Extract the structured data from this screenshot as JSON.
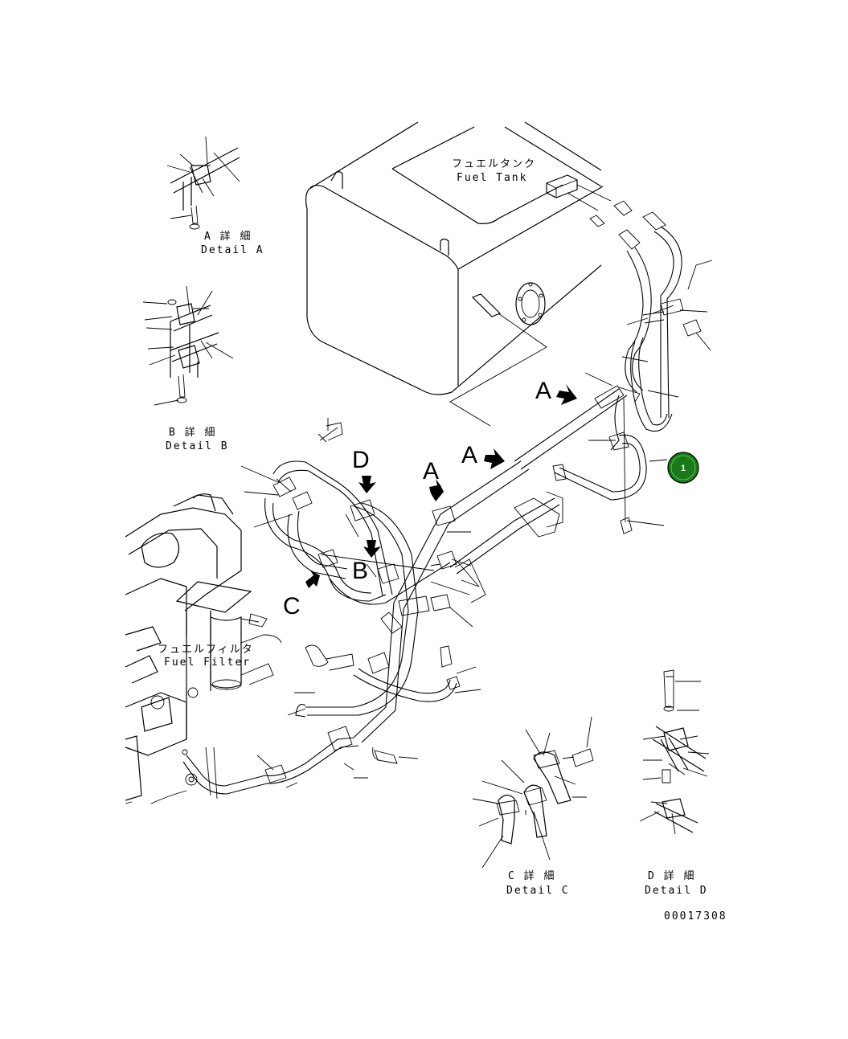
{
  "labels": {
    "fuel_tank_jp": "フュエルタンク",
    "fuel_tank_en": "Fuel Tank",
    "fuel_filter_jp": "フュエルフィルタ",
    "fuel_filter_en": "Fuel Filter",
    "detail_a_jp": "A 詳 細",
    "detail_a_en": "Detail A",
    "detail_b_jp": "B 詳 細",
    "detail_b_en": "Detail B",
    "detail_c_jp": "C 詳 細",
    "detail_c_en": "Detail C",
    "detail_d_jp": "D 詳 細",
    "detail_d_en": "Detail D",
    "drawing_number": "00017308"
  },
  "view_letters": {
    "a_upper": "A",
    "a_middle": "A",
    "a_lower": "A",
    "b": "B",
    "c": "C",
    "d": "D"
  },
  "callout": {
    "number": "1",
    "color": "#1a7a1a"
  }
}
